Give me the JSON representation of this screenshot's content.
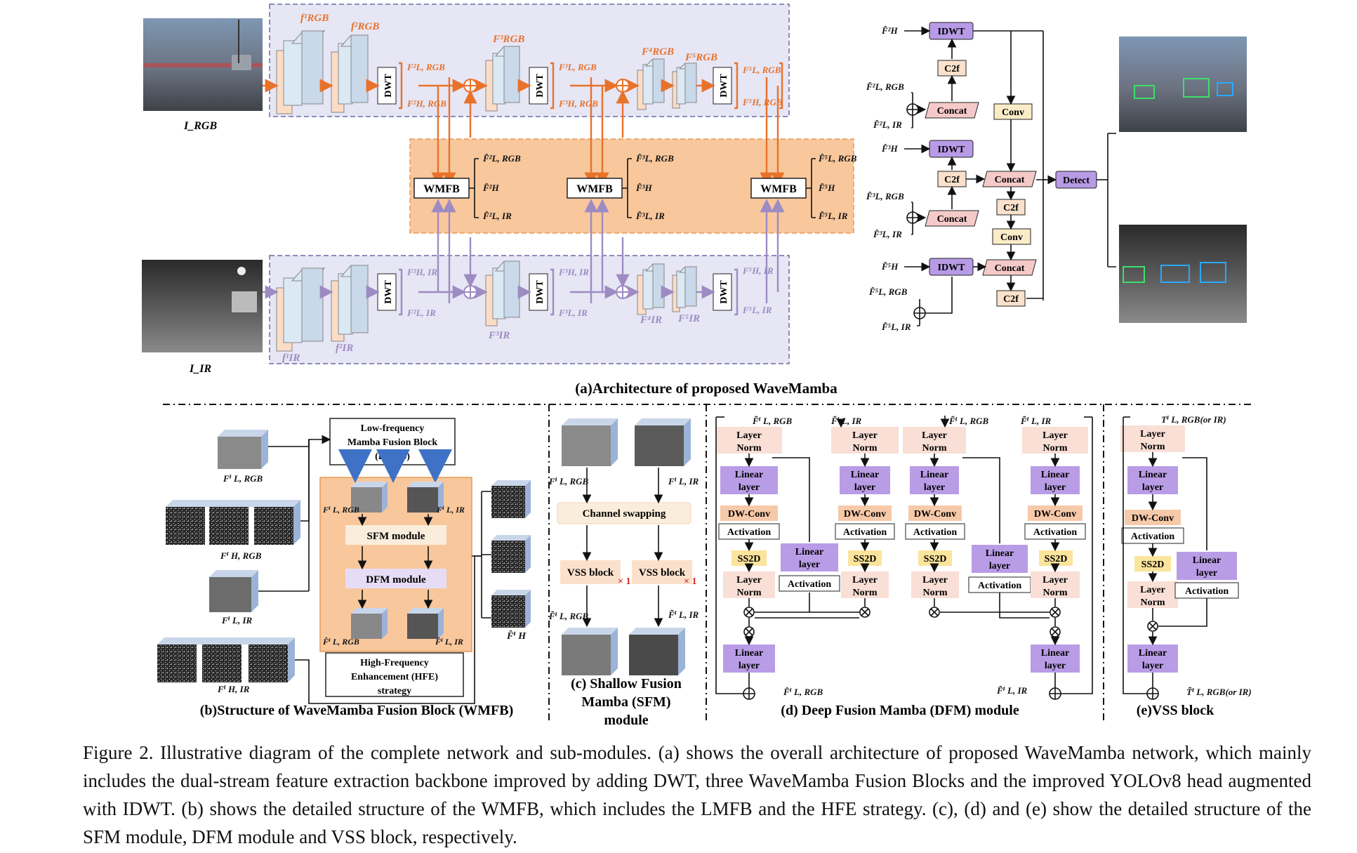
{
  "colors": {
    "rgb_stream": "#e9722a",
    "ir_stream": "#9e8bc2",
    "wmfb_band": "#f8c79c",
    "wmfb_band_border": "#e59a5a",
    "backbone_fill": "#e6e6f5",
    "backbone_border": "#6a6aa8",
    "idwt": "#b79be6",
    "c2f": "#fbe1cc",
    "concat": "#f6c9c9",
    "conv": "#fbecc8",
    "detect": "#b79be6",
    "module_pink": "#f9dfd6",
    "module_purple": "#b99ce6",
    "module_orange": "#f6c9a9",
    "module_yellow": "#fbe49c",
    "dwconv": "#f6c9a9"
  },
  "panel_a": {
    "title": "(a)Architecture of proposed WaveMamba",
    "input_rgb": "I_RGB",
    "input_ir": "I_IR",
    "dwt": "DWT",
    "wmfb": "WMFB",
    "rgb_features": [
      "f¹RGB",
      "f²RGB",
      "F³RGB",
      "F⁴RGB",
      "F⁵RGB"
    ],
    "ir_features": [
      "f¹IR",
      "f²IR",
      "F³IR",
      "F⁴IR",
      "F⁵IR"
    ],
    "rgb_dwt_out": [
      [
        "F²L, RGB",
        "F²H, RGB"
      ],
      [
        "F³L, RGB",
        "F³H, RGB"
      ],
      [
        "F⁵L, RGB",
        "F⁵H, RGB"
      ]
    ],
    "ir_dwt_out": [
      [
        "F²H, IR",
        "F²L, IR"
      ],
      [
        "F³H, IR",
        "F³L, IR"
      ],
      [
        "F⁵H, IR",
        "F⁵L, IR"
      ]
    ],
    "wmfb_out": [
      [
        "F̂²L, RGB",
        "F̂²H",
        "F̂²L, IR"
      ],
      [
        "F̂³L, RGB",
        "F̂³H",
        "F̂³L, IR"
      ],
      [
        "F̂⁵L, RGB",
        "F̂⁵H",
        "F̂⁵L, IR"
      ]
    ]
  },
  "head": {
    "idwt": "IDWT",
    "c2f": "C2f",
    "concat": "Concat",
    "conv": "Conv",
    "detect": "Detect",
    "inputs": [
      "F̂²H",
      "F̂²L, RGB",
      "F̂²L, IR",
      "F̂³H",
      "F̂³L, RGB",
      "F̂³L, IR",
      "F̂⁵H",
      "F̂⁵L, RGB",
      "F̂⁵L, IR"
    ]
  },
  "panel_b": {
    "title": "(b)Structure of  WaveMamba Fusion Block (WMFB)",
    "lmfb": [
      "Low-frequency",
      "Mamba Fusion  Block",
      "(LMFB)"
    ],
    "sfm": "SFM module",
    "dfm": "DFM module",
    "hfe": [
      "High-Frequency",
      "Enhancement (HFE)",
      "strategy"
    ],
    "labels": [
      "Fⁱ L, RGB",
      "Fⁱ H, RGB",
      "Fⁱ L, IR",
      "Fⁱ H, IR",
      "Fⁱ L, RGB",
      "Fⁱ L, IR",
      "F̂ⁱ L, RGB",
      "F̂ⁱ L, IR",
      "F̂ⁱ H"
    ]
  },
  "panel_c": {
    "title": [
      "(c) Shallow Fusion",
      "Mamba (SFM)",
      "module"
    ],
    "channel": "Channel swapping",
    "vss": "VSS block",
    "rep": "× 1",
    "labels": [
      "Fⁱ L, RGB",
      "Fⁱ L, IR",
      "F̃ⁱ L, RGB",
      "F̃ⁱ L, IR"
    ]
  },
  "panel_d": {
    "title": "(d) Deep Fusion Mamba (DFM) module",
    "layer_norm": [
      "Layer",
      "Norm"
    ],
    "linear": [
      "Linear",
      "layer"
    ],
    "dwconv": "DW-Conv",
    "activation": "Activation",
    "ss2d": "SS2D",
    "labels": [
      "F̃ⁱ L, RGB",
      "F̃ⁱ L, IR",
      "F̃ⁱ L, RGB",
      "F̃ⁱ L, IR",
      "F̂ⁱ L, RGB",
      "F̂ⁱ L, IR"
    ]
  },
  "panel_e": {
    "title": "(e)VSS block",
    "labels": [
      "Tⁱ L, RGB(or IR)",
      "T̃ⁱ L, RGB(or IR)"
    ]
  },
  "caption": "Figure 2.  Illustrative diagram of the complete network and sub-modules.  (a) shows the overall architecture of proposed WaveMamba network, which mainly includes the dual-stream feature extraction backbone improved by adding DWT, three WaveMamba Fusion Blocks and the improved YOLOv8 head augmented with IDWT. (b) shows the detailed structure of the WMFB, which includes the LMFB and the HFE strategy. (c), (d) and (e) show the detailed structure of the SFM module, DFM module and VSS block, respectively."
}
